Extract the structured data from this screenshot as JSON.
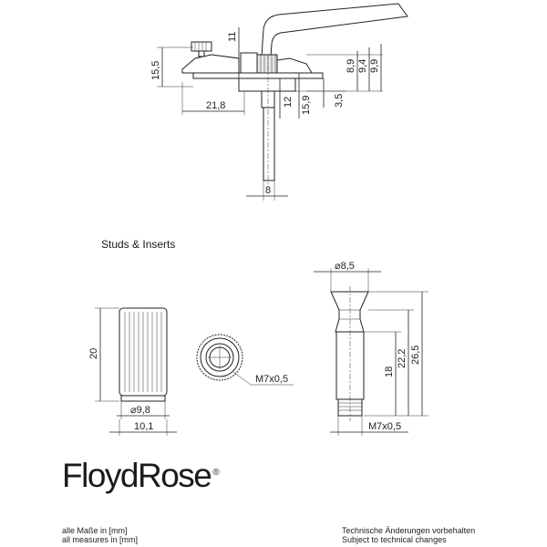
{
  "section_title": "Studs & Inserts",
  "logo": {
    "text": "FloydRose",
    "mark": "®"
  },
  "footer": {
    "left_line1": "alle Maße in [mm]",
    "left_line2": "all measures in [mm]",
    "right_line1": "Technische Änderungen vorbehalten",
    "right_line2": "Subject to technical changes"
  },
  "top_dims": {
    "d_11": "11",
    "d_15_5": "15,5",
    "d_21_8": "21,8",
    "d_12": "12",
    "d_15_9": "15,9",
    "d_3_5": "3,5",
    "d_8_9": "8,9",
    "d_9_4": "9,4",
    "d_9_9": "9,9",
    "d_8": "8"
  },
  "insert_dims": {
    "height": "20",
    "dia_inner": "⌀9,8",
    "dia_outer": "10,1",
    "thread": "M7x0,5"
  },
  "stud_dims": {
    "dia_head": "⌀8,5",
    "len_18": "18",
    "len_22_2": "22,2",
    "len_26_5": "26,5",
    "thread": "M7x0,5"
  }
}
